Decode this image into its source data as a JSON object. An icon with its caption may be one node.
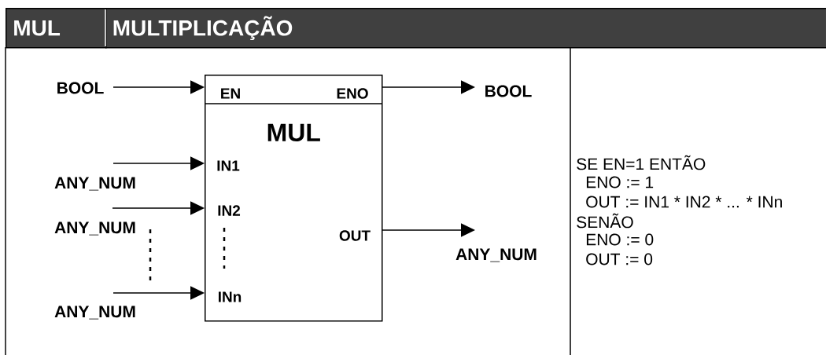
{
  "diagram": {
    "title": "MULTIPLICAÇÃO",
    "nodes": [
      {
        "text": [
          "MUL"
        ]
      },
      {
        "text": [
          "EN"
        ],
        "in": 0
      },
      {
        "text": [
          "ENO"
        ],
        "in": 0
      },
      {
        "text": [
          "IN1"
        ],
        "in": 0
      },
      {
        "text": [
          "IN2"
        ],
        "in": 0
      },
      {
        "text": [
          "OUT"
        ],
        "in": 0
      },
      {
        "text": [
          "INn"
        ],
        "in": 0
      },
      {
        "text": [
          "BOOL"
        ]
      },
      {
        "text": [
          "ANY_NUM"
        ]
      },
      {
        "text": [
          "ANY_NUM"
        ]
      },
      {
        "text": [
          "ANY_NUM"
        ]
      },
      {
        "text": [
          "BOOL"
        ]
      },
      {
        "text": [
          "ANY_NUM"
        ]
      }
    ],
    "edges": [
      {
        "from": 7,
        "to": 1,
        "arrow": "to"
      },
      {
        "from": 8,
        "to": 3,
        "arrow": "to"
      },
      {
        "from": 9,
        "to": 4,
        "arrow": "to"
      },
      {
        "from": 10,
        "to": 6,
        "arrow": "to"
      },
      {
        "from": 2,
        "to": 11,
        "arrow": "to"
      },
      {
        "from": 5,
        "to": 12,
        "arrow": "to"
      }
    ],
    "labels": [
      "MUL",
      "SE EN=1 ENTÃO",
      "ENO := 1",
      "OUT := IN1 * IN2 * ... * INn",
      "SENÃO",
      "ENO := 0",
      "OUT := 0"
    ]
  }
}
